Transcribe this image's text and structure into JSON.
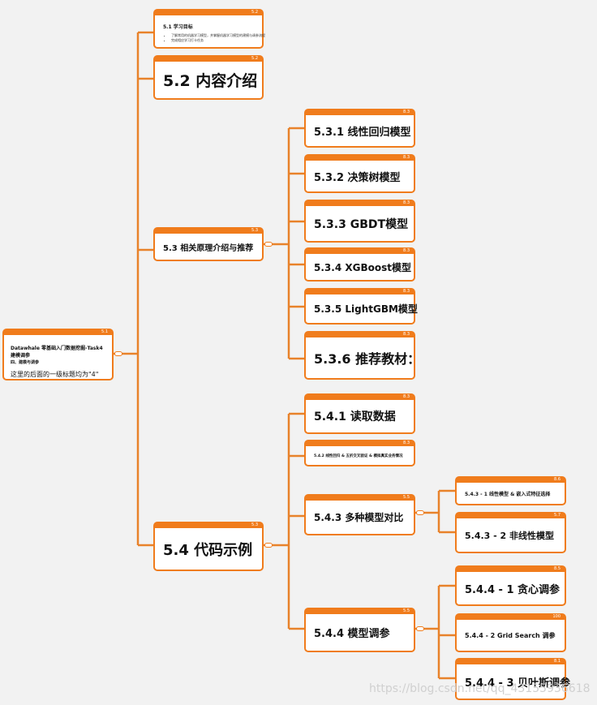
{
  "root": {
    "index": "5.1",
    "title": "Datawhale 零基础入门数据挖掘-Task4 建模调参",
    "subtitle": "四、建模与调参",
    "note": "这里的后面的一级标题均为\"4\""
  },
  "goals": {
    "index": "5.2",
    "title": "5.1 学习目标",
    "items": [
      "了解常用的机器学习模型，并掌握机器学习模型的建模与调参流程",
      "完成相应学习打卡任务"
    ]
  },
  "intro": {
    "index": "5.2",
    "label": "5.2 内容介绍"
  },
  "principles": {
    "index": "5.3",
    "label": "5.3 相关原理介绍与推荐",
    "children": [
      {
        "index": "8.3",
        "label": "5.3.1 线性回归模型"
      },
      {
        "index": "8.3",
        "label": "5.3.2 决策树模型"
      },
      {
        "index": "8.3",
        "label": "5.3.3 GBDT模型"
      },
      {
        "index": "8.3",
        "label": "5.3.4 XGBoost模型"
      },
      {
        "index": "8.3",
        "label": "5.3.5 LightGBM模型"
      },
      {
        "index": "8.3",
        "label": "5.3.6 推荐教材："
      }
    ]
  },
  "code": {
    "index": "5.3",
    "label": "5.4 代码示例",
    "read": {
      "index": "8.3",
      "label": "5.4.1 读取数据"
    },
    "cv": {
      "index": "8.3",
      "label": "5.4.2 线性回归 & 五折交叉验证 & 模拟真实业务情况"
    },
    "compare": {
      "index": "5.5",
      "label": "5.4.3 多种模型对比",
      "children": [
        {
          "index": "8.6",
          "label": "5.4.3 - 1 线性模型 & 嵌入式特征选择"
        },
        {
          "index": "5.7",
          "label": "5.4.3 - 2 非线性模型"
        }
      ]
    },
    "tune": {
      "index": "5.5",
      "label": "5.4.4 模型调参",
      "children": [
        {
          "index": "8.5",
          "label": "5.4.4 - 1 贪心调参"
        },
        {
          "index": "100",
          "label": "5.4.4 - 2 Grid Search 调参"
        },
        {
          "index": "8.1",
          "label": "5.4.4 - 3 贝叶斯调参"
        }
      ]
    }
  },
  "colors": {
    "accent": "#f07c1c",
    "background": "#f2f2f2"
  },
  "watermark": "https://blog.csdn.net/qq_43155936618"
}
